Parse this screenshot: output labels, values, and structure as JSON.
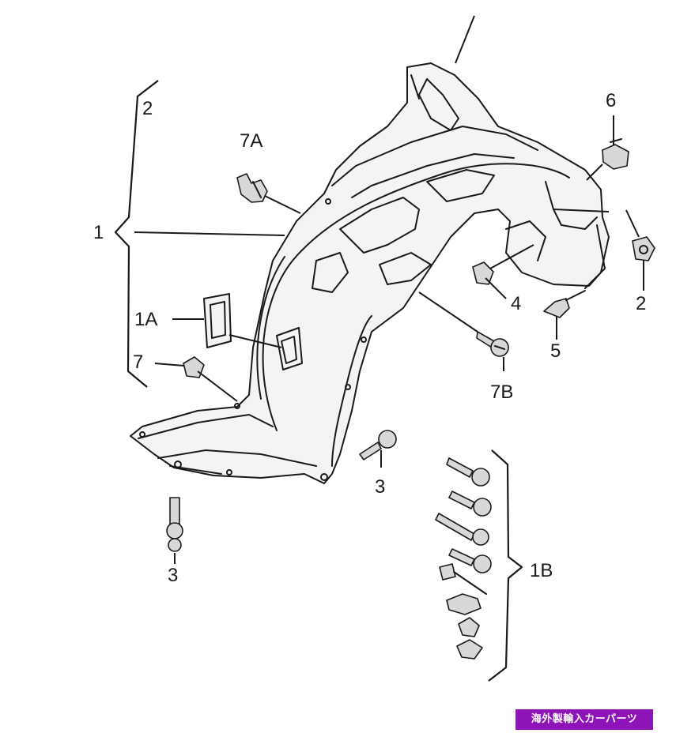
{
  "callouts": {
    "c1": "1",
    "c1A": "1A",
    "c1B": "1B",
    "c2_top": "2",
    "c2_right": "2",
    "c3_mid": "3",
    "c3_bottom": "3",
    "c4": "4",
    "c5": "5",
    "c6": "6",
    "c7": "7",
    "c7A": "7A",
    "c7B": "7B"
  },
  "watermark": {
    "text": "海外製輸入カーパーツ",
    "background": "#8e14b8"
  }
}
